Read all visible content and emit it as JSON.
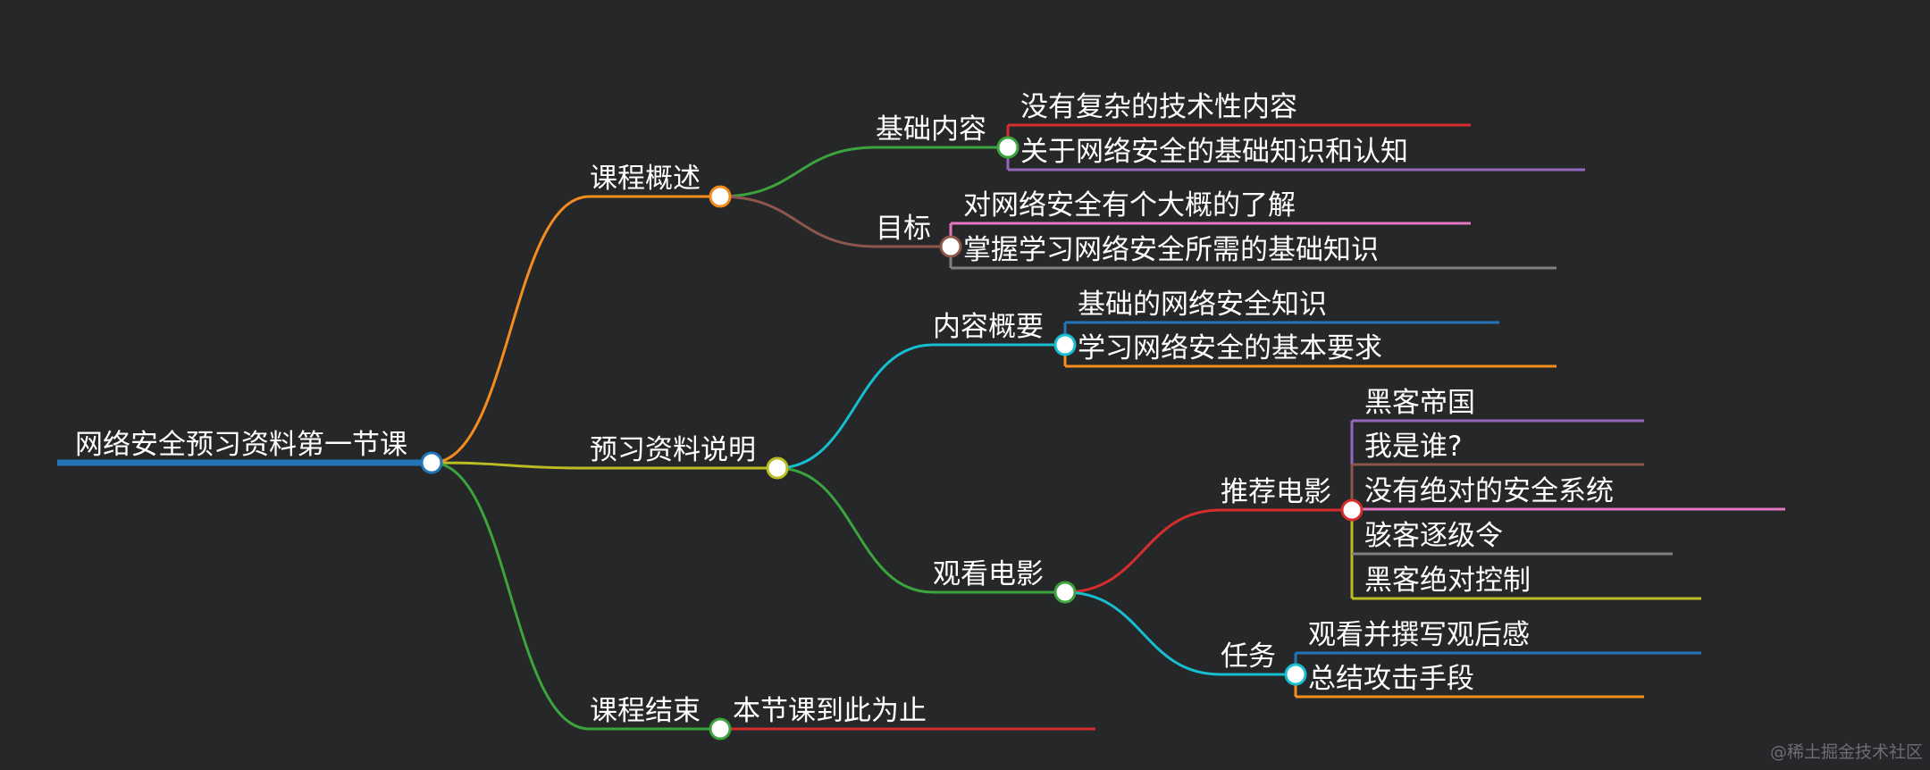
{
  "mindmap": {
    "root": {
      "label": "网络安全预习资料第一节课",
      "color": "#2375b8",
      "children": [
        {
          "label": "课程概述",
          "color": "#f58d1e",
          "children": [
            {
              "label": "基础内容",
              "color": "#3ca43c",
              "children": [
                {
                  "label": "没有复杂的技术性内容",
                  "color": "#d62d2d"
                },
                {
                  "label": "关于网络安全的基础知识和认知",
                  "color": "#9467bd"
                }
              ]
            },
            {
              "label": "目标",
              "color": "#8c564b",
              "children": [
                {
                  "label": "对网络安全有个大概的了解",
                  "color": "#e377c2"
                },
                {
                  "label": "掌握学习网络安全所需的基础知识",
                  "color": "#7f7f7f"
                }
              ]
            }
          ]
        },
        {
          "label": "预习资料说明",
          "color": "#bcbd22",
          "children": [
            {
              "label": "内容概要",
              "color": "#17becf",
              "children": [
                {
                  "label": "基础的网络安全知识",
                  "color": "#2375b8"
                },
                {
                  "label": "学习网络安全的基本要求",
                  "color": "#f58d1e"
                }
              ]
            },
            {
              "label": "观看电影",
              "color": "#3ca43c",
              "children": [
                {
                  "label": "推荐电影",
                  "color": "#d62d2d",
                  "children": [
                    {
                      "label": "黑客帝国",
                      "color": "#9467bd"
                    },
                    {
                      "label": "我是谁?",
                      "color": "#8c564b"
                    },
                    {
                      "label": "没有绝对的安全系统",
                      "color": "#e377c2"
                    },
                    {
                      "label": "骇客逐级令",
                      "color": "#7f7f7f"
                    },
                    {
                      "label": "黑客绝对控制",
                      "color": "#bcbd22"
                    }
                  ]
                },
                {
                  "label": "任务",
                  "color": "#17becf",
                  "children": [
                    {
                      "label": "观看并撰写观后感",
                      "color": "#2375b8"
                    },
                    {
                      "label": "总结攻击手段",
                      "color": "#f58d1e"
                    }
                  ]
                }
              ]
            }
          ]
        },
        {
          "label": "课程结束",
          "color": "#3ca43c",
          "children": [
            {
              "label": "本节课到此为止",
              "color": "#d62d2d"
            }
          ]
        }
      ]
    }
  },
  "watermark": "@稀土掘金技术社区"
}
